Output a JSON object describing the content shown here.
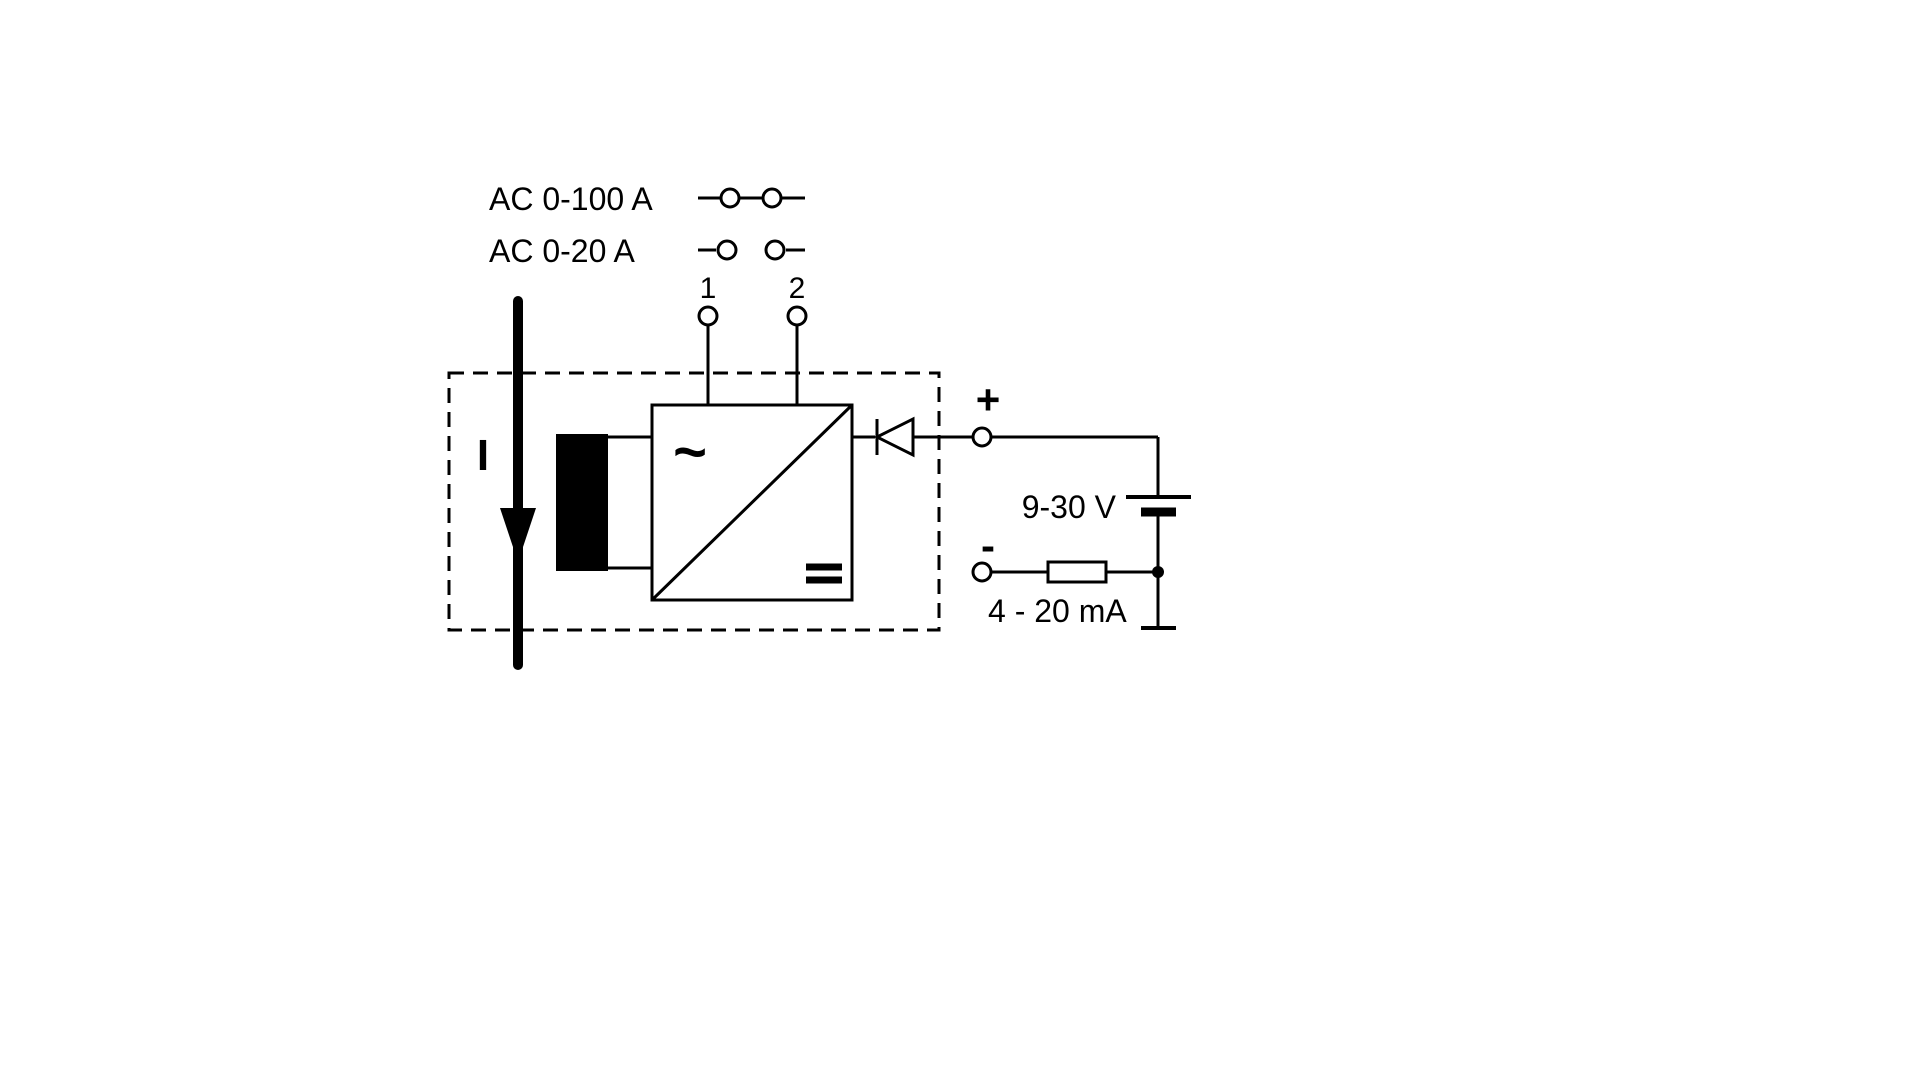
{
  "diagram": {
    "background_color": "#ffffff",
    "line_color": "#000000",
    "labels": {
      "range_100": "AC 0-100 A",
      "range_20": "AC 0-20 A",
      "terminal_1": "1",
      "terminal_2": "2",
      "primary_current": "I",
      "ac_symbol": "~",
      "plus": "+",
      "minus": "-",
      "supply_voltage": "9-30 V",
      "output_range": "4 - 20 mA"
    },
    "icons": {
      "jumper_closed": "jumper-closed-icon",
      "jumper_open": "jumper-open-icon",
      "current_arrow": "current-direction-arrow-icon",
      "ct_core": "current-transformer-core-icon",
      "converter": "ac-dc-converter-icon",
      "diode": "diode-icon",
      "battery": "battery-icon",
      "resistor": "resistor-icon",
      "dc_symbol": "dc-equals-icon"
    }
  }
}
